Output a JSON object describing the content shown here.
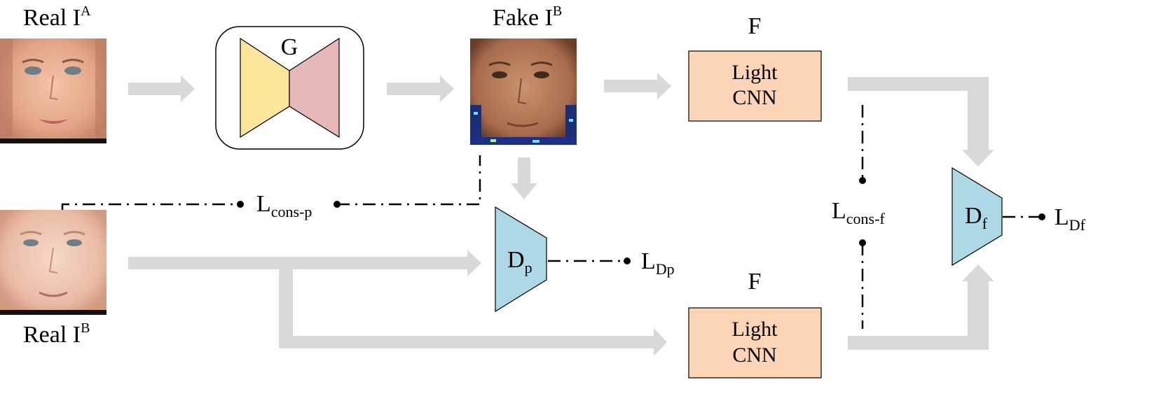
{
  "real_a": {
    "base": "Real I",
    "sup": "A"
  },
  "fake_b": {
    "base": "Fake I",
    "sup": "B"
  },
  "real_b": {
    "base": "Real I",
    "sup": "B"
  },
  "generator": {
    "label": "G"
  },
  "light_cnn_top": {
    "title": "F",
    "line1": "Light",
    "line2": "CNN"
  },
  "light_cnn_bottom": {
    "title": "F",
    "line1": "Light",
    "line2": "CNN"
  },
  "disc_p": {
    "base": "D",
    "sub": "p"
  },
  "disc_f": {
    "base": "D",
    "sub": "f"
  },
  "loss_cons_p": {
    "base": "L",
    "sub": "cons-p"
  },
  "loss_cons_f": {
    "base": "L",
    "sub": "cons-f"
  },
  "loss_dp": {
    "base": "L",
    "sub": "Dp"
  },
  "loss_df": {
    "base": "L",
    "sub": "Df"
  },
  "colors": {
    "arrow": "#d9d9d9",
    "generator_encoder": "#fde59a",
    "generator_decoder": "#e6b9b8",
    "light_cnn": "#fbd5b5",
    "discriminator": "#add8e6"
  }
}
